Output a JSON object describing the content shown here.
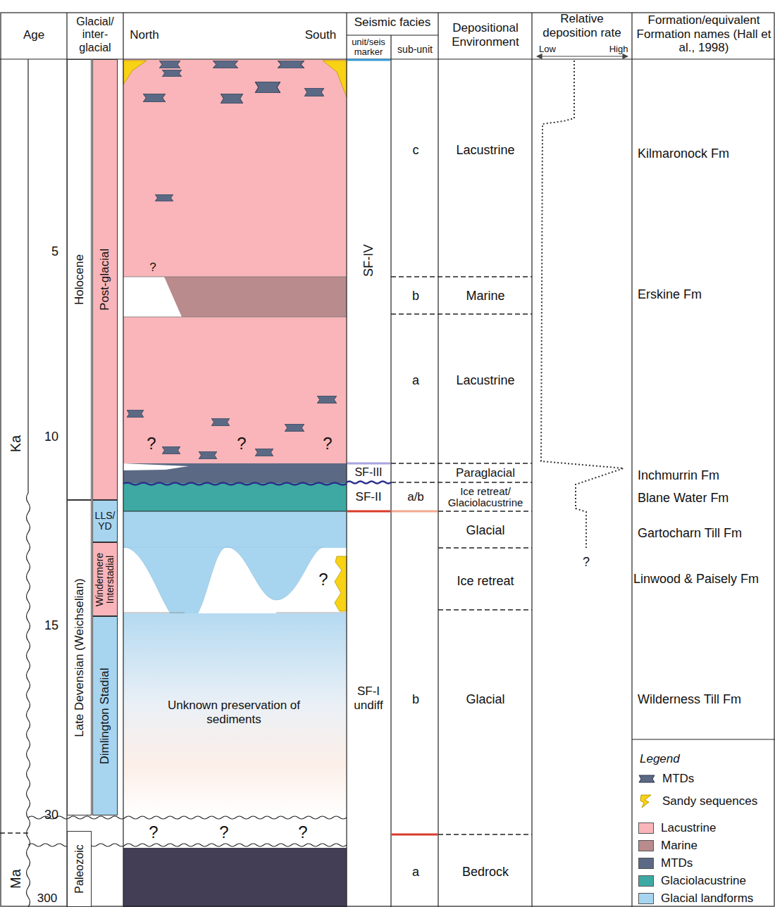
{
  "diagram": {
    "nodes": [
      {
        "text": [
          "Holocene"
        ]
      },
      {
        "text": [
          "Late Devensian (Weichselian)"
        ]
      },
      {
        "text": [
          "Paleozoic"
        ]
      },
      {
        "text": [
          "Post-glacial"
        ]
      },
      {
        "text": [
          "LLS/ YD"
        ]
      },
      {
        "text": [
          "Windermere Interstadial"
        ]
      },
      {
        "text": [
          "Dimlington Stadial"
        ]
      }
    ],
    "labels": [
      "Age",
      "Glacial/ inter- glacial",
      "North",
      "South",
      "Seismic facies",
      "unit/seis marker",
      "sub-unit",
      "Depositional Environment",
      "Relative deposition rate",
      "Low",
      "High",
      "Formation/equivalent Formation names (Hall et al., 1998)",
      "Ka",
      "5",
      "10",
      "15",
      "30",
      "Ma",
      "300",
      "?",
      "?",
      "?",
      "?",
      "?",
      "Unknown preservation of sediments",
      "?",
      "?",
      "?",
      "SF-IV",
      "SF-III",
      "SF-II",
      "SF-I undiff",
      "c",
      "b",
      "a",
      "a/b",
      "b",
      "a",
      "Lacustrine",
      "Marine",
      "Lacustrine",
      "Paraglacial",
      "Ice retreat/ Glaciolacustrine",
      "Glacial",
      "Ice retreat",
      "Glacial",
      "Bedrock",
      "?",
      "Kilmaronock Fm",
      "Erskine Fm",
      "Inchmurrin Fm",
      "Blane Water Fm",
      "Gartocharn Till Fm",
      "Linwood & Paisely Fm",
      "Wilderness Till Fm",
      "Legend"
    ],
    "legend": [
      {
        "text": "MTDs"
      },
      {
        "text": "Sandy sequences"
      },
      {
        "text": "Lacustrine",
        "color": "#f9b5b9"
      },
      {
        "text": "Marine",
        "color": "#b98b8c"
      },
      {
        "text": "MTDs",
        "color": "#5b6984"
      },
      {
        "text": "Glaciolacustrine",
        "color": "#3ea9a3"
      },
      {
        "text": "Glacial landforms",
        "color": "#a7d5f0"
      }
    ]
  }
}
